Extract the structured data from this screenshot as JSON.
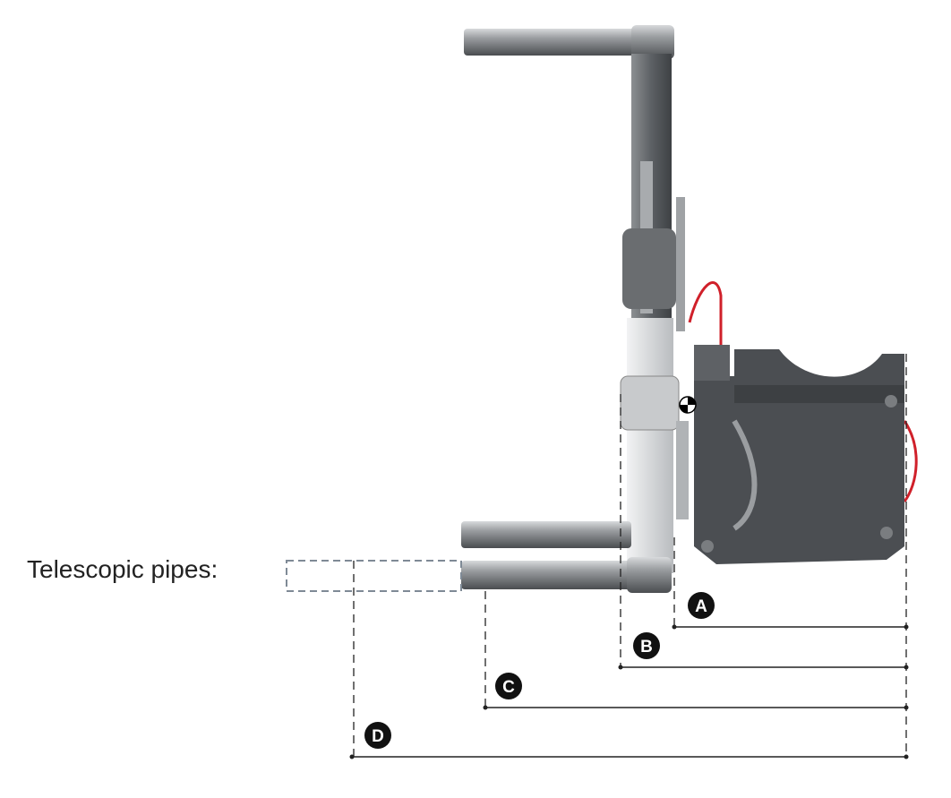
{
  "caption": "Telescopic pipes:",
  "dimensions": [
    {
      "label": "A"
    },
    {
      "label": "B"
    },
    {
      "label": "C"
    },
    {
      "label": "D"
    }
  ],
  "colors": {
    "body": "#4b4e52",
    "pipe": "#8a8d90",
    "cable": "#d0202a",
    "dim_line": "#222222",
    "ghost_pipe": "#7f8a96"
  }
}
